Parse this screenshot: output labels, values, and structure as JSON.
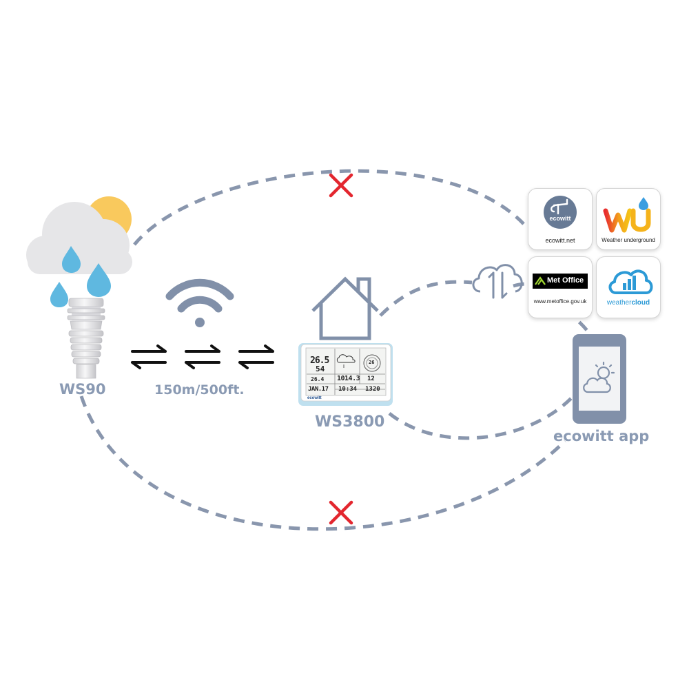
{
  "colors": {
    "dash": "#8996ad",
    "label": "#8a9ab3",
    "cross": "#e3262e",
    "icon_slate": "#8190a9",
    "sun": "#f9c95d",
    "cloud": "#e6e6e8",
    "raindrop": "#5fb8e0"
  },
  "labels": {
    "ws90": "WS90",
    "range": "150m/500ft.",
    "ws3800": "WS3800",
    "app": "ecowitt app"
  },
  "services": [
    {
      "name": "ecowitt",
      "caption": "ecowitt.net",
      "badge": "ecowitt"
    },
    {
      "name": "weather-underground",
      "caption": "Weather underground",
      "badge": "WU"
    },
    {
      "name": "met-office",
      "caption": "www.metoffice.gov.uk",
      "badge": "Met Office"
    },
    {
      "name": "weathercloud",
      "caption": "",
      "badge_part1": "weather",
      "badge_part2": "cloud"
    }
  ],
  "console_display": {
    "temp": "26.5",
    "humidity": "54",
    "indoor": "26.4",
    "pressure": "1014.3",
    "uv": "12",
    "date": "JAN.17",
    "time": "10:34",
    "solar": "1320",
    "brand": "ecowitt",
    "wind": "26"
  },
  "icons": [
    "weather-cloud-sun-rain-icon",
    "wifi-icon",
    "transfer-arrows-icon",
    "house-icon",
    "cloud-sync-icon",
    "phone-icon",
    "cross-icon"
  ]
}
